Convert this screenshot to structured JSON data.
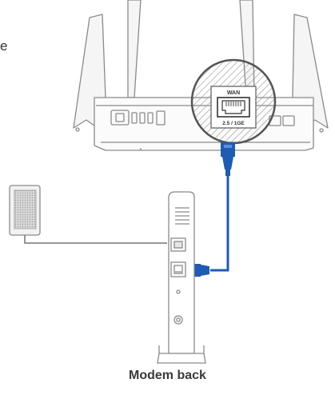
{
  "leading_text": "e",
  "router": {
    "wan_port_label": "WAN",
    "wan_speed_label": "2.5 / 1GE"
  },
  "modem": {
    "caption": "Modem back"
  },
  "colors": {
    "cable": "#1e5bb5",
    "outline": "#8a8a8a",
    "hatch": "#9a9a9a"
  },
  "icons": [
    "router-body",
    "antenna",
    "wan-port-magnifier",
    "ethernet-cable",
    "power-adapter",
    "modem",
    "ethernet-port-icon"
  ]
}
